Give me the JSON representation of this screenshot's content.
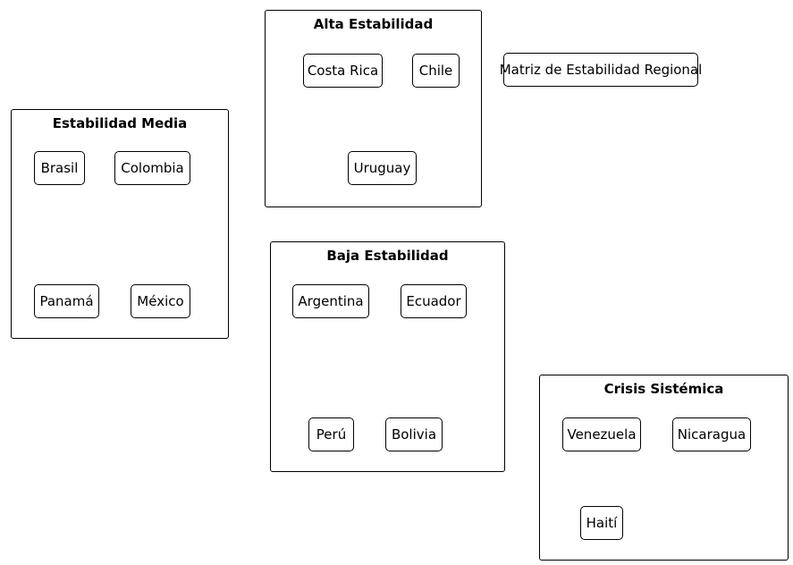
{
  "diagram": {
    "matrix_node": {
      "label": "Matriz de Estabilidad Regional"
    },
    "groups": [
      {
        "title": "Alta Estabilidad",
        "nodes": [
          {
            "label": "Costa Rica"
          },
          {
            "label": "Chile"
          },
          {
            "label": "Uruguay"
          }
        ]
      },
      {
        "title": "Estabilidad Media",
        "nodes": [
          {
            "label": "Brasil"
          },
          {
            "label": "Colombia"
          },
          {
            "label": "Panamá"
          },
          {
            "label": "México"
          }
        ]
      },
      {
        "title": "Baja Estabilidad",
        "nodes": [
          {
            "label": "Argentina"
          },
          {
            "label": "Ecuador"
          },
          {
            "label": "Perú"
          },
          {
            "label": "Bolivia"
          }
        ]
      },
      {
        "title": "Crisis Sistémica",
        "nodes": [
          {
            "label": "Venezuela"
          },
          {
            "label": "Nicaragua"
          },
          {
            "label": "Haití"
          }
        ]
      }
    ],
    "colors": {
      "background": "#ffffff",
      "border": "#000000",
      "text": "#000000"
    }
  }
}
